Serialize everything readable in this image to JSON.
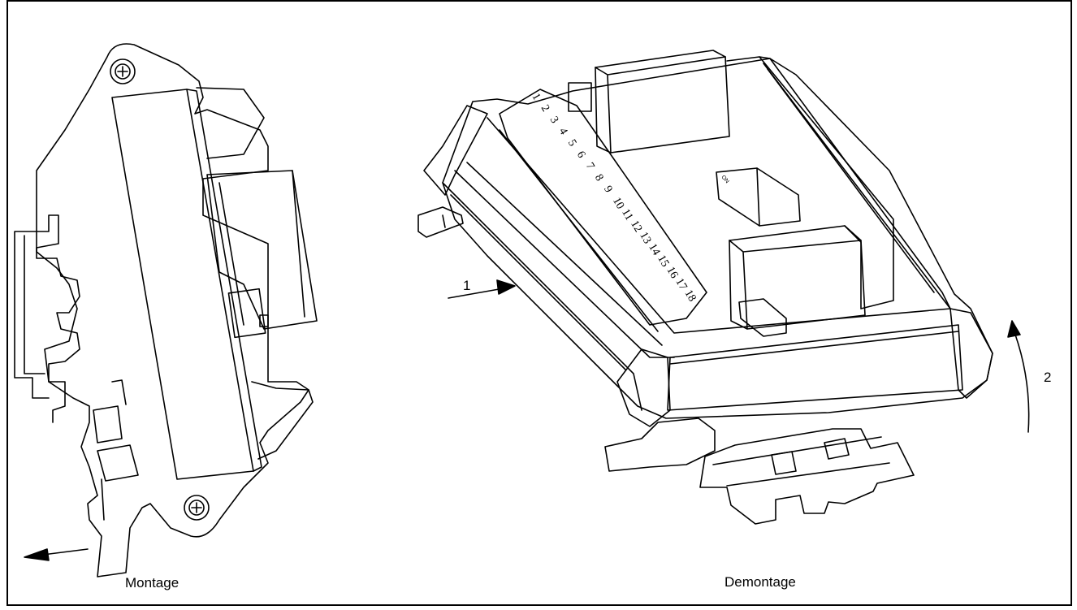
{
  "figure": {
    "left_view": {
      "caption": "Montage"
    },
    "right_view": {
      "caption": "Demontage"
    },
    "step_markers": [
      {
        "id": "1",
        "label": "1"
      },
      {
        "id": "2",
        "label": "2"
      }
    ],
    "terminal_numbers": [
      "1",
      "2",
      "3",
      "4",
      "5",
      "6",
      "7",
      "8",
      "9",
      "10",
      "11",
      "12",
      "13",
      "14",
      "15",
      "16",
      "17",
      "18"
    ],
    "dip_switch_label": "ON"
  }
}
